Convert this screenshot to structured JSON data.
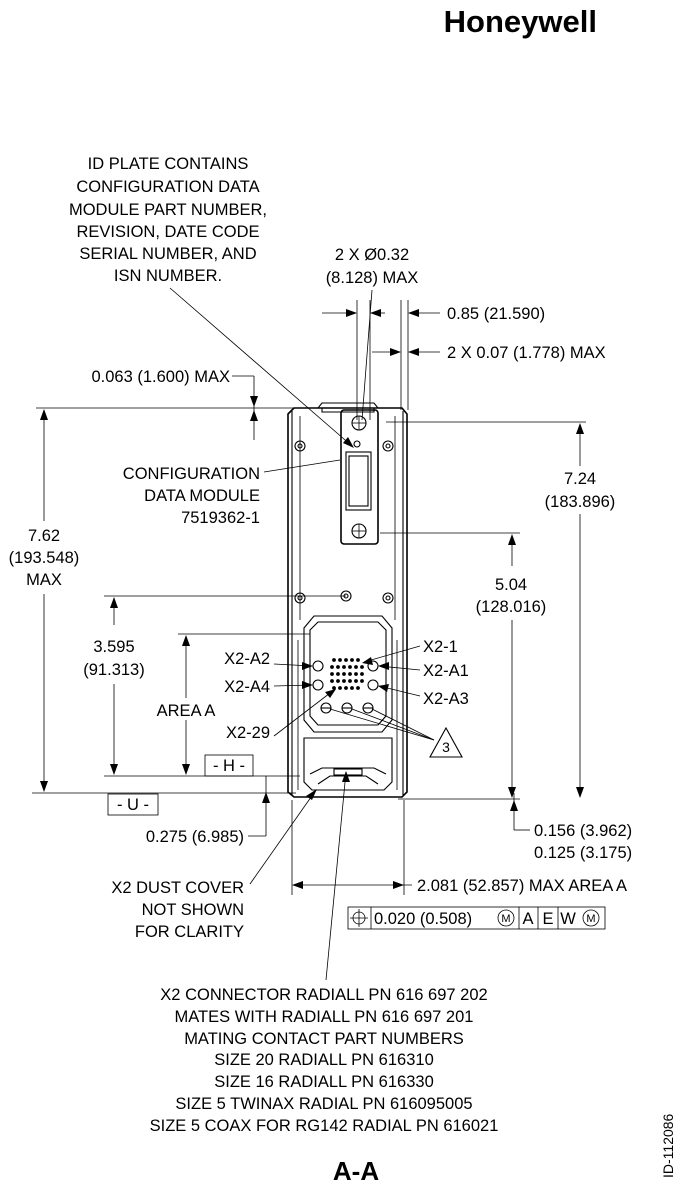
{
  "brand": {
    "logo_text": "Honeywell"
  },
  "drawing_id": "ID-112086",
  "view_title": "A-A",
  "notes": {
    "id_plate": [
      "ID PLATE CONTAINS",
      "CONFIGURATION DATA",
      "MODULE PART NUMBER,",
      "REVISION, DATE CODE",
      "SERIAL NUMBER, AND",
      "ISN NUMBER."
    ],
    "config_module": [
      "CONFIGURATION",
      "DATA MODULE",
      "7519362-1"
    ],
    "dust_cover": [
      "X2 DUST COVER",
      "NOT SHOWN",
      "FOR CLARITY"
    ],
    "x2_connector": [
      "X2 CONNECTOR RADIALL PN 616 697 202",
      "MATES WITH RADIALL PN 616 697 201",
      "MATING CONTACT PART NUMBERS",
      "SIZE 20 RADIALL PN 616310",
      "SIZE 16 RADIALL PN 616330",
      "SIZE 5 TWINAX RADIAL PN 616095005",
      "SIZE 5 COAX FOR RG142 RADIAL PN 616021"
    ]
  },
  "dimensions": {
    "hole_qty": "2 X Ø0.32",
    "hole_max": "(8.128) MAX",
    "width_085": "0.85 (21.590)",
    "width_007": "2 X 0.07 (1.778) MAX",
    "offset_0063": "0.063 (1.600) MAX",
    "height_762": [
      "7.62",
      "(193.548)",
      "MAX"
    ],
    "height_724": [
      "7.24",
      "(183.896)"
    ],
    "height_504": [
      "5.04",
      "(128.016)"
    ],
    "height_3595": [
      "3.595",
      "(91.313)"
    ],
    "area_a": "AREA A",
    "offset_0275": "0.275 (6.985)",
    "offset_0156": [
      "0.156 (3.962)",
      "0.125 (3.175)"
    ],
    "width_2081": "2.081 (52.857) MAX AREA A"
  },
  "datums": {
    "h": "- H -",
    "u": "- U -"
  },
  "connector_labels": {
    "x2_a2": "X2-A2",
    "x2_a4": "X2-A4",
    "x2_29": "X2-29",
    "x2_1": "X2-1",
    "x2_a1": "X2-A1",
    "x2_a3": "X2-A3"
  },
  "flag_note": "3",
  "tolerance_frame": {
    "value": "0.020 (0.508)",
    "modifier_1": "M",
    "datum_a": "A",
    "datum_e": "E",
    "datum_w": "W",
    "modifier_2": "M"
  }
}
